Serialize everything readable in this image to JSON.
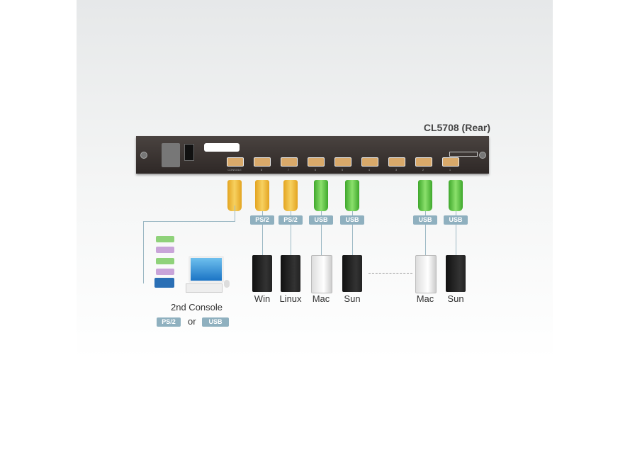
{
  "title": "CL5708 (Rear)",
  "ports": [
    "CONSOLE",
    "8",
    "7",
    "6",
    "5",
    "4",
    "3",
    "2",
    "1"
  ],
  "connections": [
    {
      "type": "PS/2",
      "computer": "Win"
    },
    {
      "type": "PS/2",
      "computer": "Linux"
    },
    {
      "type": "USB",
      "computer": "Mac"
    },
    {
      "type": "USB",
      "computer": "Sun"
    },
    {
      "type": "USB",
      "computer": "Mac"
    },
    {
      "type": "USB",
      "computer": "Sun"
    }
  ],
  "console": {
    "label": "2nd Console",
    "option1": "PS/2",
    "or": "or",
    "option2": "USB"
  }
}
